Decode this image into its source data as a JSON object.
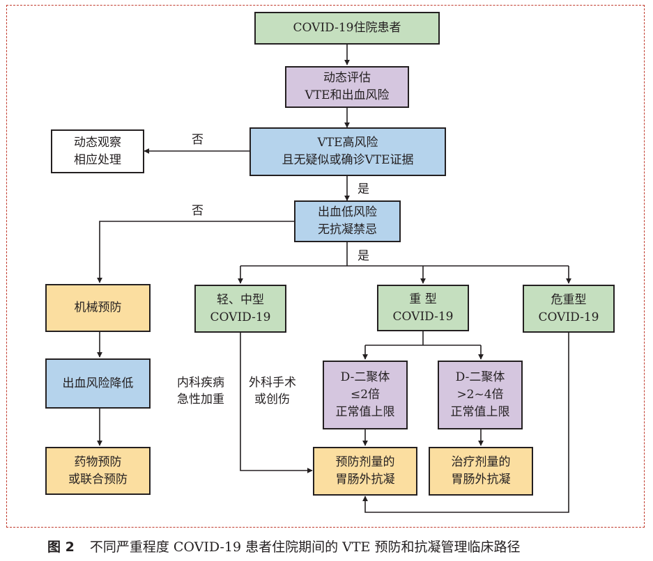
{
  "colors": {
    "green": "#c5dfbf",
    "purple": "#d5c6df",
    "blue": "#b5d3ec",
    "yellow": "#fbdea0",
    "white": "#ffffff",
    "line": "#231f20",
    "frame": "#c0392b"
  },
  "nodes": {
    "start": [
      "COVID-19住院患者"
    ],
    "assess": [
      "动态评估",
      "VTE和出血风险"
    ],
    "vte_high": [
      "VTE高风险",
      "且无疑似或确诊VTE证据"
    ],
    "observe": [
      "动态观察",
      "相应处理"
    ],
    "bleed_low": [
      "出血低风险",
      "无抗凝禁忌"
    ],
    "mechanical": [
      "机械预防"
    ],
    "bleed_reduced": [
      "出血风险降低"
    ],
    "drug": [
      "药物预防",
      "或联合预防"
    ],
    "mild": [
      "轻、中型",
      "COVID-19"
    ],
    "severe": [
      "重  型",
      "COVID-19"
    ],
    "critical": [
      "危重型",
      "COVID-19"
    ],
    "dimer_low": [
      "D-二聚体",
      "≤2倍",
      "正常值上限"
    ],
    "dimer_high": [
      "D-二聚体",
      ">2~4倍",
      "正常值上限"
    ],
    "prophylactic": [
      "预防剂量的",
      "胃肠外抗凝"
    ],
    "therapeutic": [
      "治疗剂量的",
      "胃肠外抗凝"
    ]
  },
  "labels": {
    "no1": "否",
    "yes1": "是",
    "no2": "否",
    "yes2": "是",
    "medical": [
      "内科疾病",
      "急性加重"
    ],
    "surgical": [
      "外科手术",
      "或创伤"
    ]
  },
  "caption": {
    "fig": "图 2",
    "text": "不同严重程度 COVID-19 患者住院期间的 VTE 预防和抗凝管理临床路径"
  }
}
